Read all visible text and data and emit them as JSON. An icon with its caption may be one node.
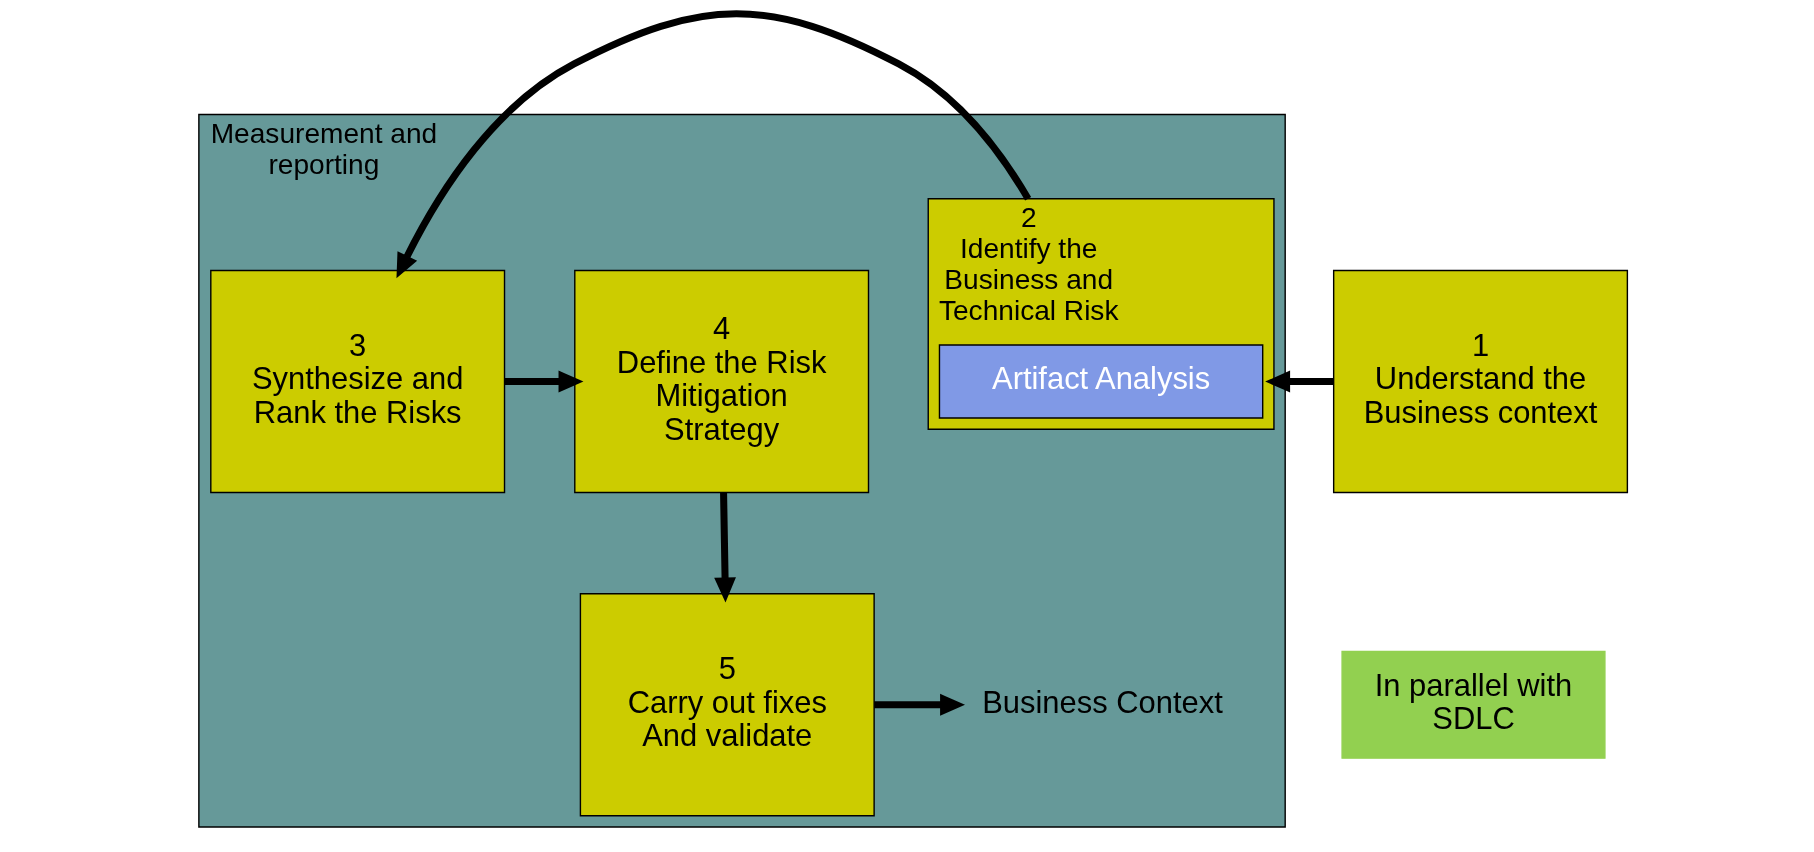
{
  "diagram": {
    "nodes": [
      {
        "text": [
          "Measurement and reporting"
        ]
      },
      {
        "text": [
          "1",
          "Understand the Business context"
        ]
      },
      {
        "text": [
          "2",
          "Identify the Business and Technical Risk"
        ],
        "in": 0
      },
      {
        "text": [
          "Artifact Analysis"
        ],
        "in": 2
      },
      {
        "text": [
          "3",
          "Synthesize and Rank the Risks"
        ],
        "in": 0
      },
      {
        "text": [
          "4",
          "Define the Risk Mitigation Strategy"
        ],
        "in": 0
      },
      {
        "text": [
          "5",
          "Carry out fixes And validate"
        ],
        "in": 0
      },
      {
        "text": [
          "Business Context"
        ],
        "in": 0
      },
      {
        "text": [
          "In parallel with SDLC"
        ]
      }
    ],
    "edges": [
      {
        "from": 1,
        "to": 2,
        "arrow": "to"
      },
      {
        "from": 2,
        "to": 4,
        "arrow": "to"
      },
      {
        "from": 4,
        "to": 5,
        "arrow": "to"
      },
      {
        "from": 5,
        "to": 6,
        "arrow": "to"
      },
      {
        "from": 6,
        "to": 7,
        "arrow": "to"
      }
    ]
  }
}
